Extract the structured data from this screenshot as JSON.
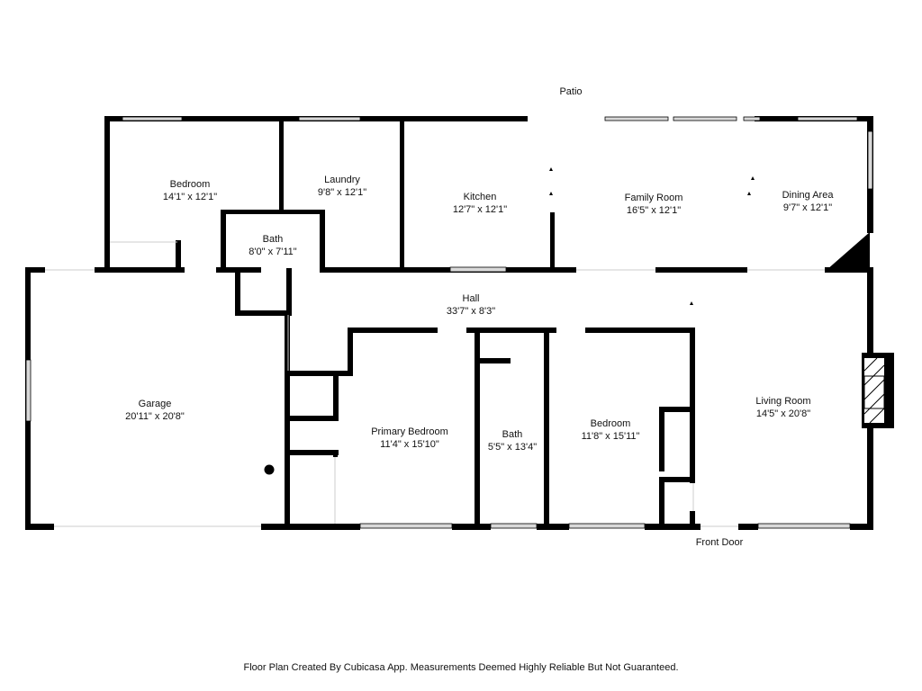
{
  "colors": {
    "wall": "#000000",
    "background": "#ffffff",
    "window": "#d9d9d9"
  },
  "outside_labels": {
    "patio": "Patio",
    "front_door": "Front Door"
  },
  "rooms": {
    "bedroom_nw": {
      "name": "Bedroom",
      "dims": "14'1\" x 12'1\""
    },
    "laundry": {
      "name": "Laundry",
      "dims": "9'8\" x 12'1\""
    },
    "kitchen": {
      "name": "Kitchen",
      "dims": "12'7\" x 12'1\""
    },
    "family_room": {
      "name": "Family Room",
      "dims": "16'5\" x 12'1\""
    },
    "dining_area": {
      "name": "Dining Area",
      "dims": "9'7\" x 12'1\""
    },
    "bath_upper": {
      "name": "Bath",
      "dims": "8'0\" x 7'11\""
    },
    "hall": {
      "name": "Hall",
      "dims": "33'7\" x 8'3\""
    },
    "garage": {
      "name": "Garage",
      "dims": "20'11\" x 20'8\""
    },
    "primary_bedroom": {
      "name": "Primary Bedroom",
      "dims": "11'4\" x 15'10\""
    },
    "bath_lower": {
      "name": "Bath",
      "dims": "5'5\" x 13'4\""
    },
    "bedroom_s": {
      "name": "Bedroom",
      "dims": "11'8\" x 15'11\""
    },
    "living_room": {
      "name": "Living Room",
      "dims": "14'5\" x 20'8\""
    }
  },
  "footer": "Floor Plan Created By Cubicasa App. Measurements Deemed Highly Reliable But Not Guaranteed."
}
